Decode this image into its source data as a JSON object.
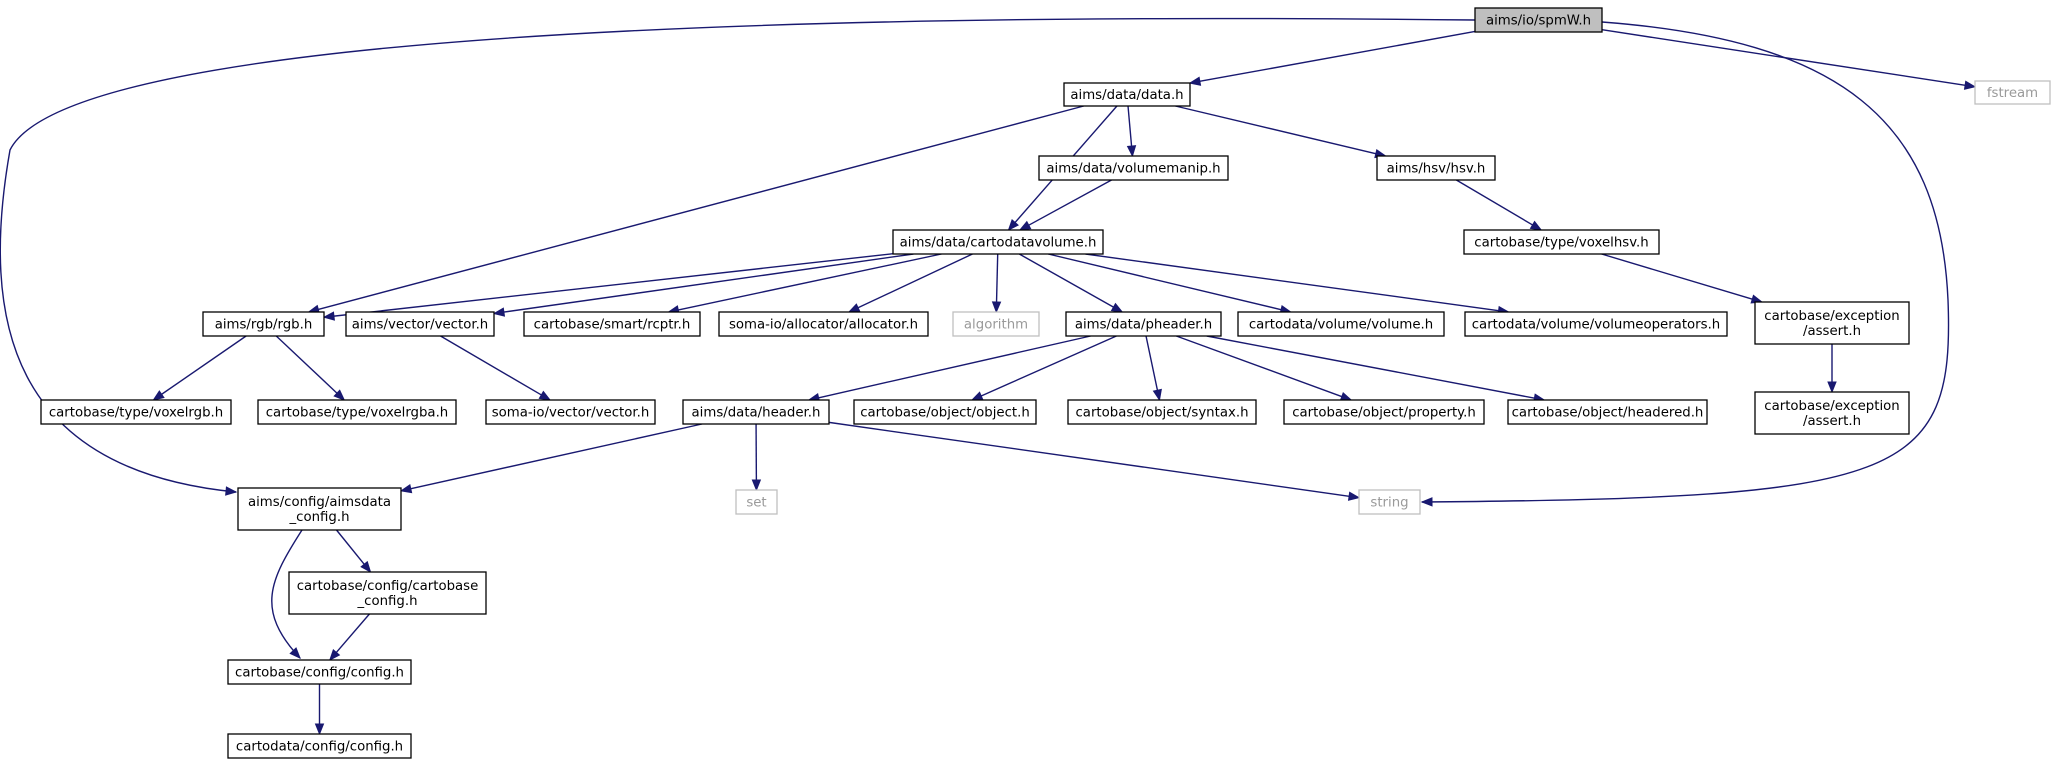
{
  "graph": {
    "colors": {
      "edge": "#191970",
      "box_border": "#000000",
      "external_border": "#bfbfbf",
      "root_fill": "#bfbfbf",
      "external_text": "#9a9a9a"
    },
    "nodes": [
      {
        "id": "spmW",
        "lines": [
          "aims/io/spmW.h"
        ],
        "kind": "root"
      },
      {
        "id": "data",
        "lines": [
          "aims/data/data.h"
        ],
        "kind": "file"
      },
      {
        "id": "fstream",
        "lines": [
          "fstream"
        ],
        "kind": "external"
      },
      {
        "id": "volumemanip",
        "lines": [
          "aims/data/volumemanip.h"
        ],
        "kind": "file"
      },
      {
        "id": "hsv",
        "lines": [
          "aims/hsv/hsv.h"
        ],
        "kind": "file"
      },
      {
        "id": "cartodatavolume",
        "lines": [
          "aims/data/cartodatavolume.h"
        ],
        "kind": "file"
      },
      {
        "id": "voxelhsv",
        "lines": [
          "cartobase/type/voxelhsv.h"
        ],
        "kind": "file"
      },
      {
        "id": "rgb",
        "lines": [
          "aims/rgb/rgb.h"
        ],
        "kind": "file"
      },
      {
        "id": "vector",
        "lines": [
          "aims/vector/vector.h"
        ],
        "kind": "file"
      },
      {
        "id": "rcptr",
        "lines": [
          "cartobase/smart/rcptr.h"
        ],
        "kind": "file"
      },
      {
        "id": "allocator",
        "lines": [
          "soma-io/allocator/allocator.h"
        ],
        "kind": "file"
      },
      {
        "id": "algorithm",
        "lines": [
          "algorithm"
        ],
        "kind": "external"
      },
      {
        "id": "pheader",
        "lines": [
          "aims/data/pheader.h"
        ],
        "kind": "file"
      },
      {
        "id": "volume",
        "lines": [
          "cartodata/volume/volume.h"
        ],
        "kind": "file"
      },
      {
        "id": "volumeoperators",
        "lines": [
          "cartodata/volume/volumeoperators.h"
        ],
        "kind": "file"
      },
      {
        "id": "assert1",
        "lines": [
          "cartobase/exception",
          "/assert.h"
        ],
        "kind": "file"
      },
      {
        "id": "voxelrgb",
        "lines": [
          "cartobase/type/voxelrgb.h"
        ],
        "kind": "file"
      },
      {
        "id": "voxelrgba",
        "lines": [
          "cartobase/type/voxelrgba.h"
        ],
        "kind": "file"
      },
      {
        "id": "somavector",
        "lines": [
          "soma-io/vector/vector.h"
        ],
        "kind": "file"
      },
      {
        "id": "header",
        "lines": [
          "aims/data/header.h"
        ],
        "kind": "file"
      },
      {
        "id": "object",
        "lines": [
          "cartobase/object/object.h"
        ],
        "kind": "file"
      },
      {
        "id": "syntax",
        "lines": [
          "cartobase/object/syntax.h"
        ],
        "kind": "file"
      },
      {
        "id": "property",
        "lines": [
          "cartobase/object/property.h"
        ],
        "kind": "file"
      },
      {
        "id": "headered",
        "lines": [
          "cartobase/object/headered.h"
        ],
        "kind": "file"
      },
      {
        "id": "assert2",
        "lines": [
          "cartobase/exception",
          "/assert.h"
        ],
        "kind": "file"
      },
      {
        "id": "aimsdata_config",
        "lines": [
          "aims/config/aimsdata",
          "_config.h"
        ],
        "kind": "file"
      },
      {
        "id": "set",
        "lines": [
          "set"
        ],
        "kind": "external"
      },
      {
        "id": "string",
        "lines": [
          "string"
        ],
        "kind": "external"
      },
      {
        "id": "cartobase_config",
        "lines": [
          "cartobase/config/cartobase",
          "_config.h"
        ],
        "kind": "file"
      },
      {
        "id": "config",
        "lines": [
          "cartobase/config/config.h"
        ],
        "kind": "file"
      },
      {
        "id": "cartodata_config",
        "lines": [
          "cartodata/config/config.h"
        ],
        "kind": "file"
      }
    ],
    "edges": [
      [
        "spmW",
        "data"
      ],
      [
        "spmW",
        "fstream"
      ],
      [
        "spmW",
        "string"
      ],
      [
        "spmW",
        "aimsdata_config"
      ],
      [
        "data",
        "rgb"
      ],
      [
        "data",
        "cartodatavolume"
      ],
      [
        "data",
        "volumemanip"
      ],
      [
        "data",
        "hsv"
      ],
      [
        "volumemanip",
        "cartodatavolume"
      ],
      [
        "hsv",
        "voxelhsv"
      ],
      [
        "voxelhsv",
        "assert1"
      ],
      [
        "assert1",
        "assert2"
      ],
      [
        "cartodatavolume",
        "rgb"
      ],
      [
        "cartodatavolume",
        "vector"
      ],
      [
        "cartodatavolume",
        "rcptr"
      ],
      [
        "cartodatavolume",
        "allocator"
      ],
      [
        "cartodatavolume",
        "algorithm"
      ],
      [
        "cartodatavolume",
        "pheader"
      ],
      [
        "cartodatavolume",
        "volume"
      ],
      [
        "cartodatavolume",
        "volumeoperators"
      ],
      [
        "rgb",
        "voxelrgb"
      ],
      [
        "rgb",
        "voxelrgba"
      ],
      [
        "vector",
        "somavector"
      ],
      [
        "pheader",
        "header"
      ],
      [
        "pheader",
        "object"
      ],
      [
        "pheader",
        "syntax"
      ],
      [
        "pheader",
        "property"
      ],
      [
        "pheader",
        "headered"
      ],
      [
        "header",
        "aimsdata_config"
      ],
      [
        "header",
        "set"
      ],
      [
        "header",
        "string"
      ],
      [
        "aimsdata_config",
        "cartobase_config"
      ],
      [
        "aimsdata_config",
        "config"
      ],
      [
        "cartobase_config",
        "config"
      ],
      [
        "config",
        "cartodata_config"
      ]
    ]
  }
}
